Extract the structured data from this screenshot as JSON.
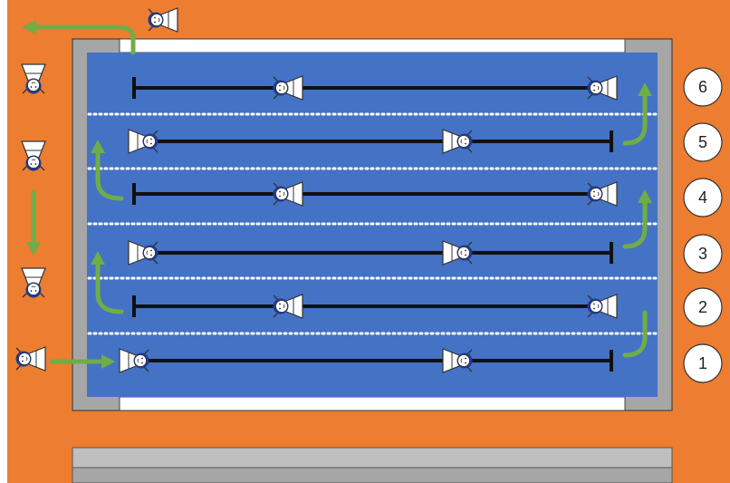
{
  "colors": {
    "deck": "#ED7D31",
    "water": "#4472C4",
    "wall": "#A6A6A6",
    "edge": "#FFFFFF",
    "lane_line": "#111111",
    "lane_rope": "#FFFFFF",
    "arrow": "#70AD47",
    "swimmer_cap": "#1F3A93"
  },
  "lanes": [
    {
      "number": "1"
    },
    {
      "number": "2"
    },
    {
      "number": "3"
    },
    {
      "number": "4"
    },
    {
      "number": "5"
    },
    {
      "number": "6"
    }
  ],
  "icons": {
    "swimmer": "swimmer-icon",
    "turn_arrow": "turn-arrow-icon",
    "lane_number": "circle-number"
  }
}
